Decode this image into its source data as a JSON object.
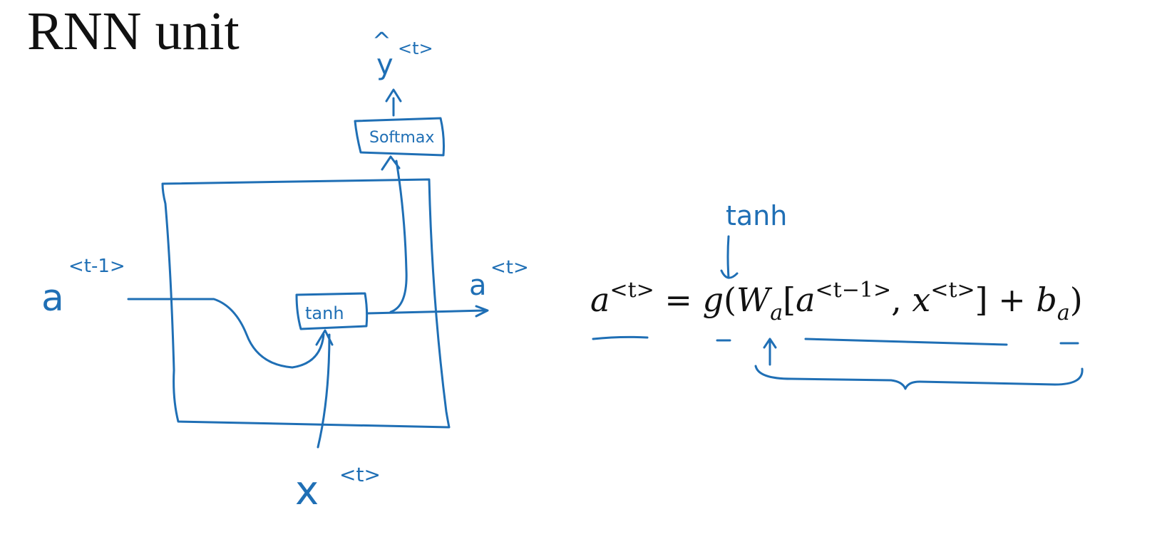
{
  "slide": {
    "title": "RNN unit"
  },
  "diagram": {
    "ink_color": "#1f6fb5",
    "labels": {
      "y_hat_symbol": "y",
      "y_hat_accent": "^",
      "y_hat_superscript": "<t>",
      "softmax": "Softmax",
      "tanh_box": "tanh",
      "a_prev_symbol": "a",
      "a_prev_superscript": "<t-1>",
      "a_out_symbol": "a",
      "a_out_superscript": "<t>",
      "x_symbol": "x",
      "x_superscript": "<t>",
      "tanh_annotation": "tanh"
    }
  },
  "equation": {
    "lhs_var": "a",
    "lhs_sup": "<t>",
    "equals": "=",
    "func": "g",
    "open_paren": "(",
    "weight": "W",
    "weight_sub": "a",
    "open_bracket": "[",
    "prev_var": "a",
    "prev_sup": "<t−1>",
    "comma": ",",
    "x_var": "x",
    "x_sup": "<t>",
    "close_bracket": "]",
    "plus": "+",
    "bias": "b",
    "bias_sub": "a",
    "close_paren": ")"
  }
}
